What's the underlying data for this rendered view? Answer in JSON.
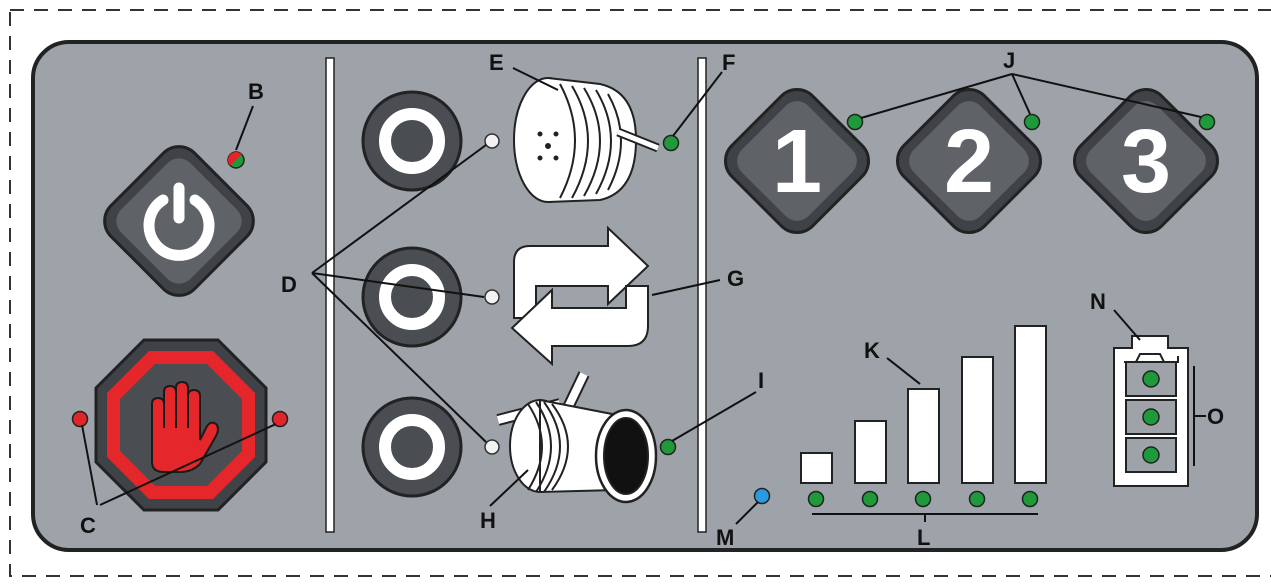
{
  "labels": {
    "B": "B",
    "C": "C",
    "D": "D",
    "E": "E",
    "F": "F",
    "G": "G",
    "H": "H",
    "I": "I",
    "J": "J",
    "K": "K",
    "L": "L",
    "M": "M",
    "N": "N",
    "O": "O"
  },
  "preset_buttons": [
    "1",
    "2",
    "3"
  ],
  "colors": {
    "panel": "#9ea3a9",
    "panel_border": "#222222",
    "button_dark": "#4a4d51",
    "button_face": "#5f6368",
    "stop_red": "#e5262a",
    "led_green": "#1f9a3a",
    "led_red": "#e0262a",
    "led_blue": "#2a9be0",
    "led_white": "#f2f2f2"
  },
  "icons": {
    "power": "power-icon",
    "stop": "stop-hand-icon",
    "spool": "wire-spool-icon",
    "cycle": "cycle-arrows-icon",
    "feeder": "wire-feeder-icon",
    "battery": "battery-icon"
  },
  "level_meter_bars": 5,
  "battery_segments": 3
}
